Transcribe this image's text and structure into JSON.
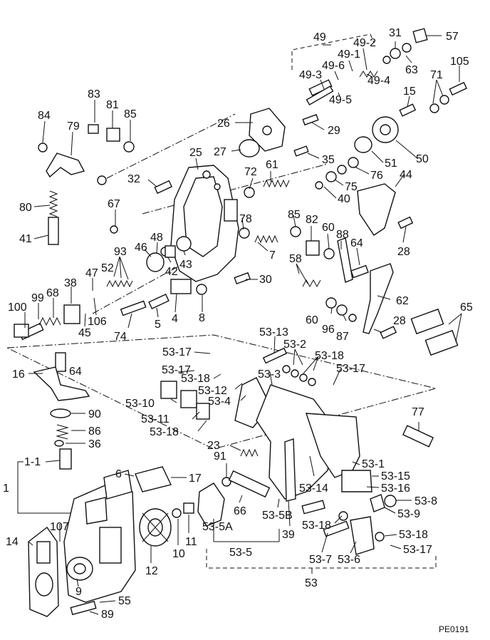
{
  "drawing_code": "PE0191",
  "labels": {
    "l49": "49",
    "l31": "31",
    "l57": "57",
    "l49_2": "49-2",
    "l49_1": "49-1",
    "l49_6": "49-6",
    "l63": "63",
    "l105": "105",
    "l49_3": "49-3",
    "l49_4": "49-4",
    "l71": "71",
    "l49_5": "49-5",
    "l15": "15",
    "l83": "83",
    "l81": "81",
    "l85a": "85",
    "l84": "84",
    "l26": "26",
    "l29": "29",
    "l79": "79",
    "l25": "25",
    "l27": "27",
    "l35": "35",
    "l51": "51",
    "l50": "50",
    "l72": "72",
    "l61": "61",
    "l76": "76",
    "l44": "44",
    "l32": "32",
    "l75": "75",
    "l40": "40",
    "l80": "80",
    "l67": "67",
    "l78": "78",
    "l85b": "85",
    "l82": "82",
    "l60a": "60",
    "l88": "88",
    "l28a": "28",
    "l41": "41",
    "l48": "48",
    "l46": "46",
    "l93": "93",
    "l52": "52",
    "l42": "42",
    "l43": "43",
    "l7": "7",
    "l64a": "64",
    "l58": "58",
    "l47": "47",
    "l30": "30",
    "l62": "62",
    "l38": "38",
    "l99": "99",
    "l68": "68",
    "l100": "100",
    "l106": "106",
    "l45": "45",
    "l74": "74",
    "l5": "5",
    "l4": "4",
    "l8": "8",
    "l60b": "60",
    "l96": "96",
    "l87": "87",
    "l28b": "28",
    "l65": "65",
    "l53_13": "53-13",
    "l53_2": "53-2",
    "l53_17a": "53-17",
    "l53_18a": "53-18",
    "l53_17b": "53-17",
    "l53_3": "53-3",
    "l53_17c": "53-17",
    "l16": "16",
    "l64b": "64",
    "l53_18b": "53-18",
    "l53_12": "53-12",
    "l53_10": "53-10",
    "l53_4": "53-4",
    "l53_11": "53-11",
    "l90": "90",
    "l53_18c": "53-18",
    "l86": "86",
    "l36": "36",
    "l77": "77",
    "l23": "23",
    "l1_1": "1-1",
    "l53_1": "53-1",
    "l91": "91",
    "l6": "6",
    "l17": "17",
    "l53_15": "53-15",
    "l53_16": "53-16",
    "l1": "1",
    "l53_14": "53-14",
    "l53_8": "53-8",
    "l66": "66",
    "l53_9": "53-9",
    "l53_5A": "53-5A",
    "l53_5B": "53-5B",
    "l39": "39",
    "l53_18d": "53-18",
    "l107": "107",
    "l11": "11",
    "l10": "10",
    "l14": "14",
    "l53_18e": "53-18",
    "l53_5": "53-5",
    "l53_17d": "53-17",
    "l12": "12",
    "l53_7": "53-7",
    "l53_6": "53-6",
    "l9": "9",
    "l55": "55",
    "l89": "89",
    "l53": "53"
  }
}
